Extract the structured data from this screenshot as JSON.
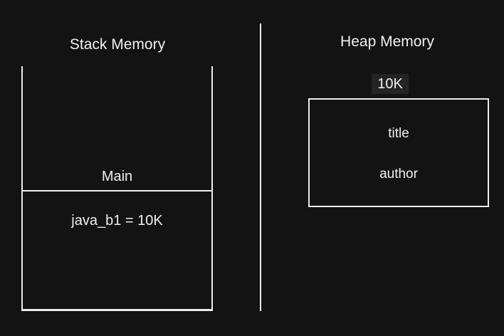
{
  "diagram": {
    "background": "#131313",
    "line_color": "#ececec",
    "text_color": "#f0f0f0",
    "highlight_color": "#242424"
  },
  "stack": {
    "title": "Stack Memory",
    "frame": {
      "label": "Main",
      "variable": "java_b1 = 10K"
    }
  },
  "heap": {
    "title": "Heap Memory",
    "size_label": "10K",
    "object": {
      "fields": [
        "title",
        "author"
      ]
    }
  }
}
